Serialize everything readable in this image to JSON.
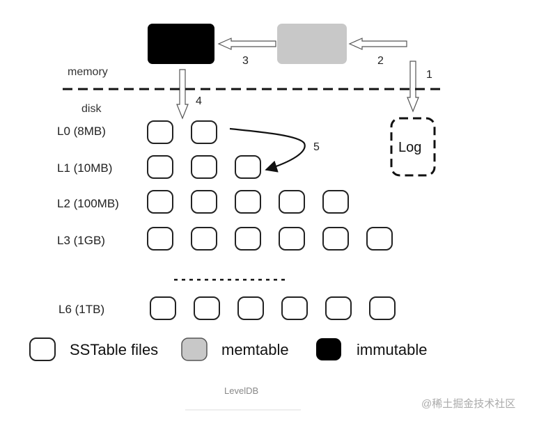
{
  "labels": {
    "memory": "memory",
    "disk": "disk",
    "log": "Log",
    "caption": "LevelDB",
    "watermark": "@稀土掘金技术社区"
  },
  "steps": [
    "1",
    "2",
    "3",
    "4",
    "5"
  ],
  "levels": [
    {
      "label": "L0 (8MB)",
      "files": 2
    },
    {
      "label": "L1 (10MB)",
      "files": 3
    },
    {
      "label": "L2 (100MB)",
      "files": 5
    },
    {
      "label": "L3 (1GB)",
      "files": 6
    },
    {
      "label": "L6 (1TB)",
      "files": 6
    }
  ],
  "legend": {
    "sstable": "SSTable files",
    "memtable": "memtable",
    "immutable": "immutable"
  },
  "colors": {
    "immutable": "#000000",
    "memtable": "#c8c8c8",
    "sstable": "#ffffff"
  }
}
